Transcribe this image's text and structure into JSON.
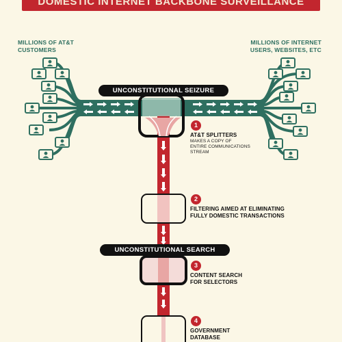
{
  "banner": {
    "title": "DOMESTIC INTERNET BACKBONE SURVEILLANCE"
  },
  "left_group": {
    "label_line1": "MILLIONS OF AT&T",
    "label_line2": "CUSTOMERS"
  },
  "right_group": {
    "label_line1": "MILLIONS OF INTERNET",
    "label_line2": "USERS, WEBSITES, ETC"
  },
  "labels": {
    "seizure": "UNCONSTITUTIONAL SEIZURE",
    "search": "UNCONSTITUTIONAL SEARCH"
  },
  "steps": [
    {
      "number": "1",
      "title": "AT&T SPLITTERS",
      "detail_line1": "MAKES A COPY OF",
      "detail_line2": "ENTIRE COMMUNICATIONS",
      "detail_line3": "STREAM"
    },
    {
      "number": "2",
      "title_line1": "FILTERING AIMED AT ELIMINATING",
      "title_line2": "FULLY DOMESTIC TRANSACTIONS"
    },
    {
      "number": "3",
      "title_line1": "CONTENT SEARCH",
      "title_line2": "FOR SELECTORS"
    },
    {
      "number": "4",
      "title_line1": "GOVERNMENT",
      "title_line2": "DATABASE"
    }
  ],
  "colors": {
    "background": "#fbf7e6",
    "banner": "#c2262e",
    "teal": "#2e6f60",
    "red": "#c2262e",
    "black": "#111111"
  },
  "icons": {
    "user": "user-icon",
    "arrow": "arrow-icon"
  }
}
